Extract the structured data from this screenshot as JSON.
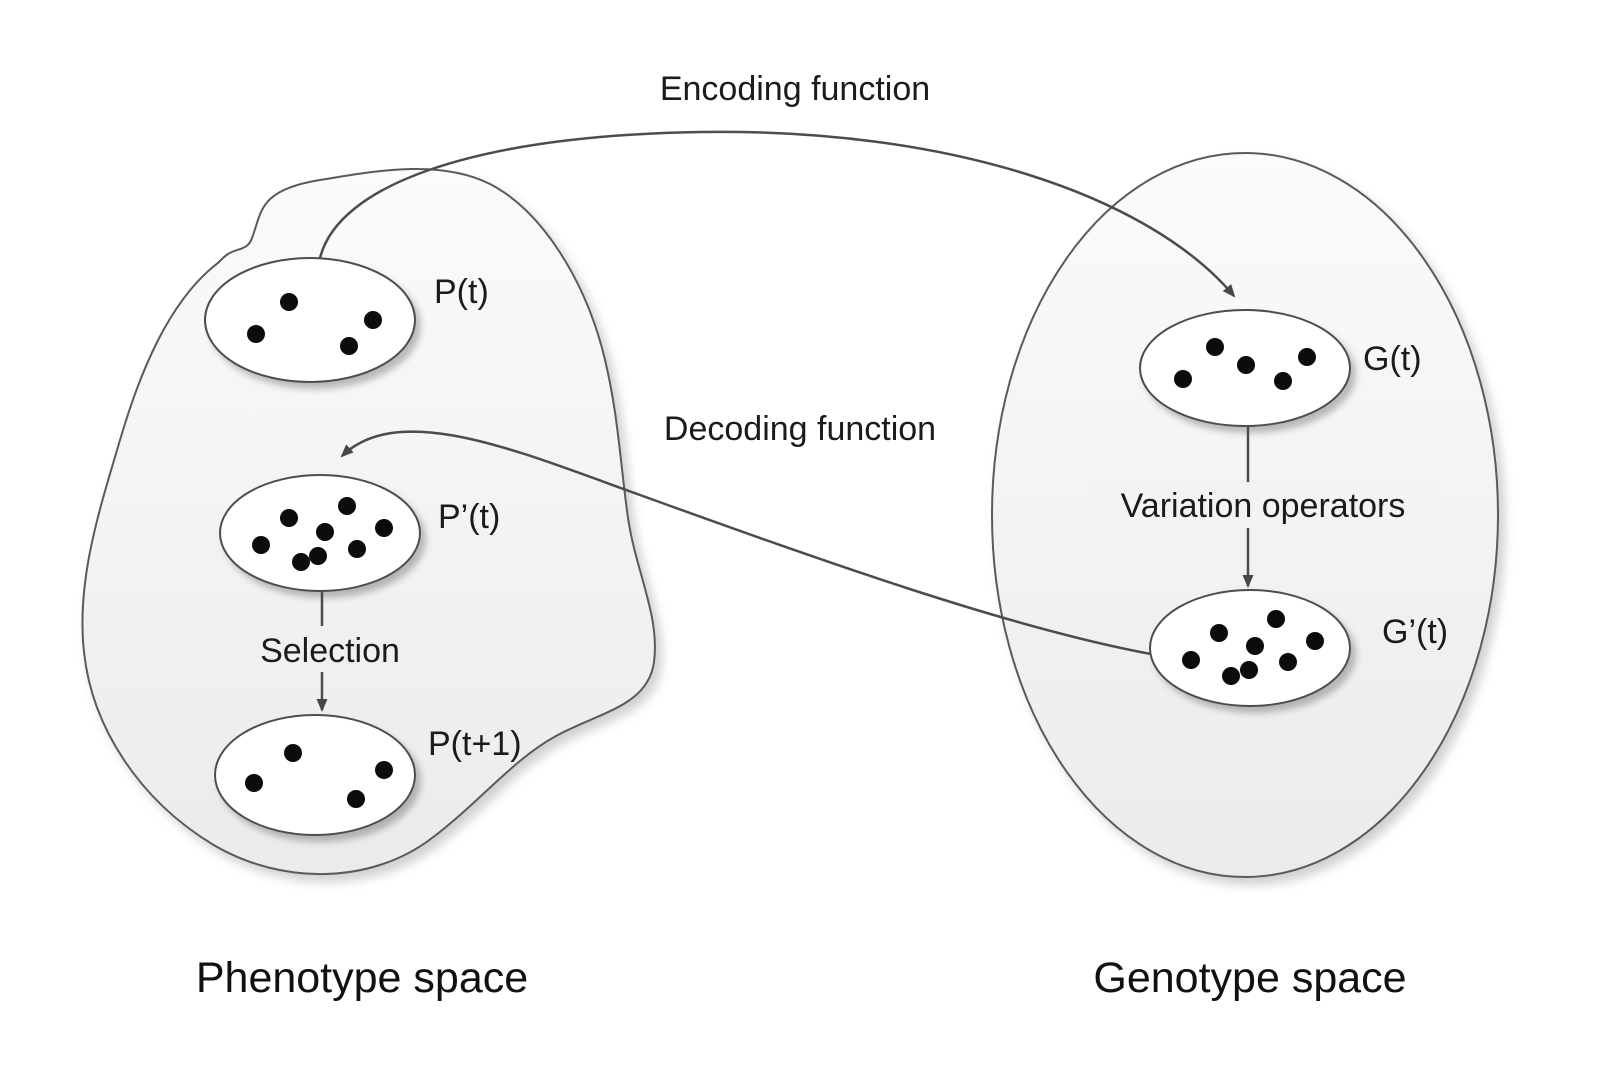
{
  "diagram": {
    "labels": {
      "encoding": "Encoding function",
      "decoding": "Decoding function",
      "selection": "Selection",
      "variation": "Variation operators",
      "pt": "P(t)",
      "pprime": "P’(t)",
      "pt1": "P(t+1)",
      "gt": "G(t)",
      "gprime": "G’(t)",
      "phenotype_space": "Phenotype space",
      "genotype_space": "Genotype space"
    },
    "populations": [
      {
        "label": "P(t)",
        "dot_count": 4
      },
      {
        "label": "P’(t)",
        "dot_count": 8
      },
      {
        "label": "P(t+1)",
        "dot_count": 4
      },
      {
        "label": "G(t)",
        "dot_count": 5
      },
      {
        "label": "G’(t)",
        "dot_count": 8
      }
    ],
    "colors": {
      "outline": "#555555",
      "region_fill_top": "#fbfbfb",
      "region_fill_bottom": "#ebebeb",
      "dot": "#0c0c0c",
      "text": "#1b1b1b"
    }
  }
}
